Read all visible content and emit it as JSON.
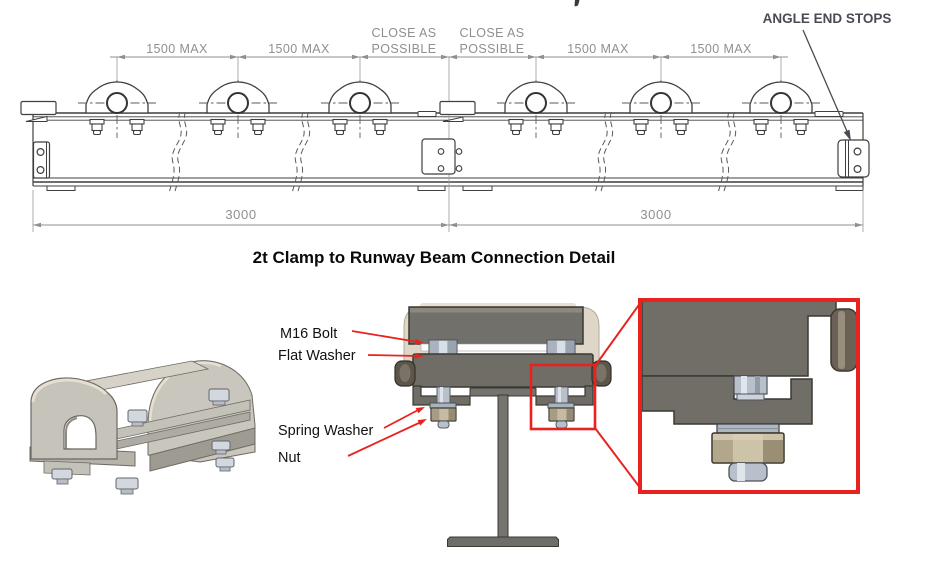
{
  "top_drawing": {
    "dims": {
      "d1": "1500 MAX",
      "d2": "1500 MAX",
      "d3a": "CLOSE AS",
      "d3b": "POSSIBLE",
      "d4a": "CLOSE AS",
      "d4b": "POSSIBLE",
      "d5": "1500 MAX",
      "d6": "1500 MAX",
      "span_left": "3000",
      "span_right": "3000"
    },
    "annotations": {
      "end_stops": "ANGLE END STOPS"
    }
  },
  "detail_section": {
    "title": "2t Clamp to Runway Beam Connection Detail",
    "part_labels": {
      "bolt": "M16 Bolt",
      "flat_washer": "Flat Washer",
      "spring_washer": "Spring Washer",
      "nut": "Nut"
    }
  },
  "colors": {
    "red": "#e8231f",
    "dim_gray": "#8f8f8f",
    "line_dark": "#3f3f3f",
    "annotation": "#4c4b55",
    "clamp_gray": "#706e67",
    "cream": "#ded6c7",
    "silver": "#b8c1cb",
    "nut_tan": "#c4bba2",
    "render_gray": "#c6c3ba"
  }
}
